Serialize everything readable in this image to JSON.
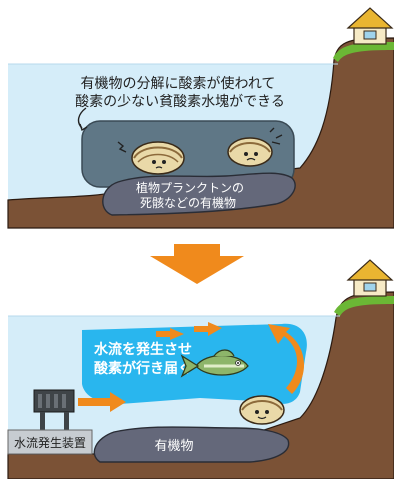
{
  "panel_top": {
    "caption_line1": "有機物の分解に酸素が使われて",
    "caption_line2": "酸素の少ない貧酸素水塊ができる",
    "sediment_line1": "植物プランクトンの",
    "sediment_line2": "死骸などの有機物"
  },
  "panel_bottom": {
    "flow_line1": "水流を発生させ",
    "flow_line2": "酸素が行き届く",
    "device_label": "水流発生装置",
    "sediment_label": "有機物"
  },
  "colors": {
    "water": "#d5edf9",
    "seabed": "#7b5236",
    "hypoxic": "#5f7786",
    "sediment": "#64687a",
    "oxygen_flow": "#29b6ee",
    "arrow": "#f08a1c",
    "grass": "#6bb735",
    "house_roof": "#e9b531"
  },
  "icons": [
    "house-icon",
    "clam-icon",
    "fish-icon",
    "down-arrow-icon",
    "flow-arrow-icon"
  ]
}
